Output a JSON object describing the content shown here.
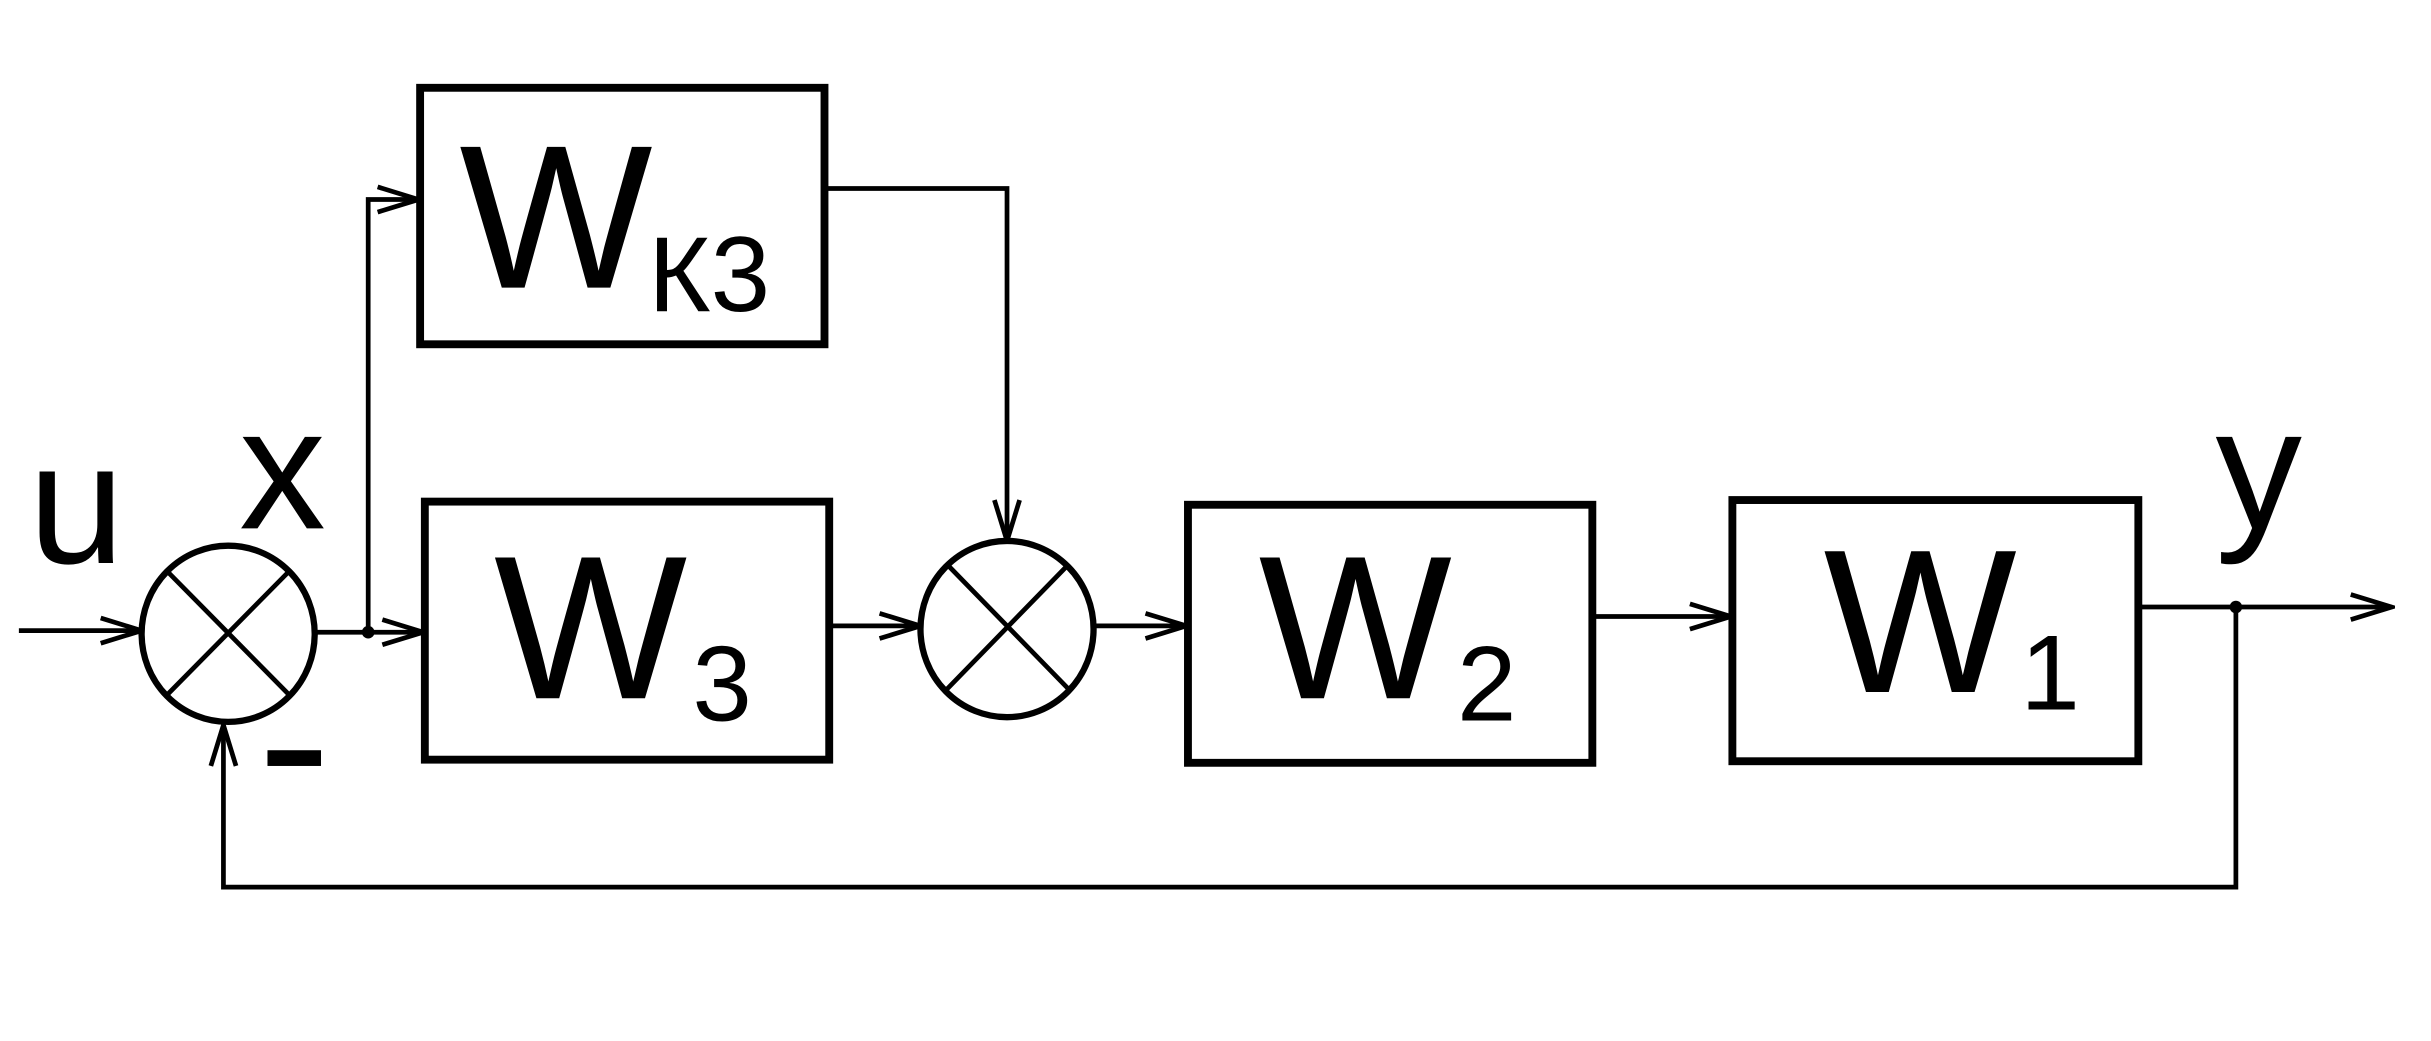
{
  "diagram": {
    "type": "block-diagram",
    "colors": {
      "stroke": "#000000",
      "background": "#ffffff"
    },
    "signals": {
      "input": "u",
      "error": "x",
      "output": "y",
      "feedback_sign": "-"
    },
    "blocks": [
      {
        "id": "Wk3",
        "main": "W",
        "sub": "К3"
      },
      {
        "id": "W3",
        "main": "W",
        "sub": "3"
      },
      {
        "id": "W2",
        "main": "W",
        "sub": "2"
      },
      {
        "id": "W1",
        "main": "W",
        "sub": "1"
      }
    ],
    "summing_junctions": [
      {
        "id": "sum1",
        "inputs": [
          "u",
          "-y"
        ],
        "output": "x"
      },
      {
        "id": "sum2",
        "inputs": [
          "W3",
          "Wk3"
        ],
        "output": "W2"
      }
    ],
    "connections": [
      [
        "u",
        "sum1"
      ],
      [
        "sum1",
        "W3"
      ],
      [
        "sum1",
        "Wk3"
      ],
      [
        "W3",
        "sum2"
      ],
      [
        "Wk3",
        "sum2"
      ],
      [
        "sum2",
        "W2"
      ],
      [
        "W2",
        "W1"
      ],
      [
        "W1",
        "y"
      ],
      [
        "y",
        "sum1"
      ]
    ]
  }
}
